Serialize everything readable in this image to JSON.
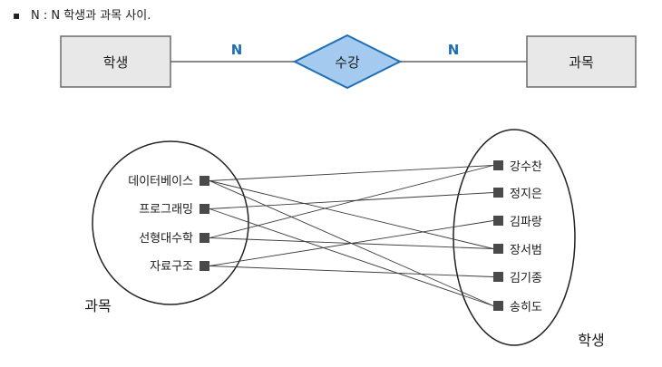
{
  "heading": {
    "bullet": "▪",
    "text": "N : N 학생과 과목 사이."
  },
  "er": {
    "entity_left": "학생",
    "entity_right": "과목",
    "relationship": "수강",
    "card_left": "N",
    "card_right": "N",
    "colors": {
      "entity_fill": "#e8e8e8",
      "rel_fill": "#a4cbef",
      "rel_stroke": "#1f6fb6",
      "card_color": "#1f6fb6"
    }
  },
  "mapping": {
    "left_set_label": "과목",
    "right_set_label": "학생",
    "subjects": [
      "데이터베이스",
      "프로그래밍",
      "선형대수학",
      "자료구조"
    ],
    "students": [
      "강수찬",
      "정지은",
      "김파랑",
      "장서범",
      "김기종",
      "송히도"
    ],
    "links": [
      [
        0,
        0
      ],
      [
        0,
        3
      ],
      [
        0,
        5
      ],
      [
        1,
        1
      ],
      [
        1,
        5
      ],
      [
        2,
        0
      ],
      [
        2,
        3
      ],
      [
        3,
        2
      ],
      [
        3,
        4
      ]
    ]
  }
}
